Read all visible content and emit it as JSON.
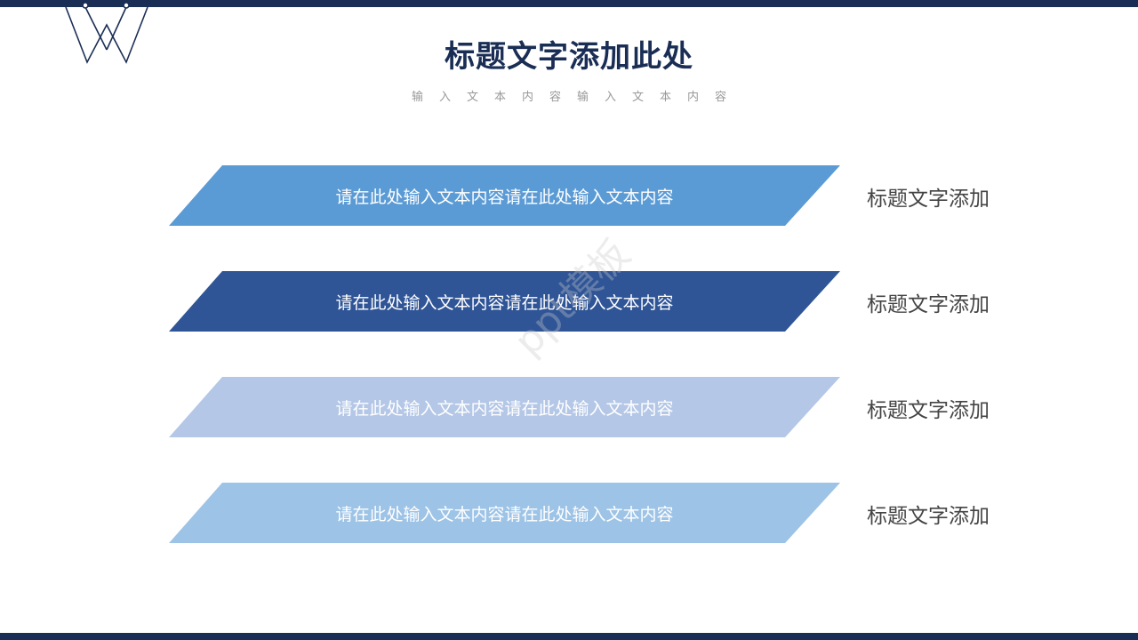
{
  "header": {
    "title": "标题文字添加此处",
    "subtitle": "输入文本内容输入文本内容"
  },
  "rows": [
    {
      "band_text": "请在此处输入文本内容请在此处输入文本内容",
      "label": "标题文字添加",
      "color": "#5b9bd5"
    },
    {
      "band_text": "请在此处输入文本内容请在此处输入文本内容",
      "label": "标题文字添加",
      "color": "#2f5597"
    },
    {
      "band_text": "请在此处输入文本内容请在此处输入文本内容",
      "label": "标题文字添加",
      "color": "#b4c7e7"
    },
    {
      "band_text": "请在此处输入文本内容请在此处输入文本内容",
      "label": "标题文字添加",
      "color": "#9dc3e6"
    }
  ],
  "colors": {
    "accent": "#1a2e55",
    "label_text": "#444444"
  },
  "watermark": "ppt模板"
}
